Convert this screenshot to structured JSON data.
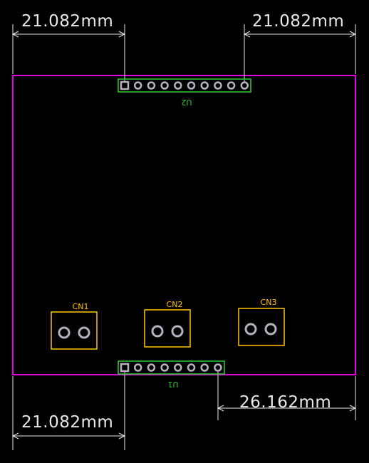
{
  "dimensions": {
    "top_left": "21.082mm",
    "top_right": "21.082mm",
    "bottom_left": "21.082mm",
    "bottom_right": "26.162mm"
  },
  "components": {
    "cn1": {
      "designator": "CN1",
      "pins": 2
    },
    "cn2": {
      "designator": "CN2",
      "pins": 2
    },
    "cn3": {
      "designator": "CN3",
      "pins": 2
    },
    "u2": {
      "designator": "U2",
      "pins": 10
    },
    "u1": {
      "designator": "U1",
      "pins": 8
    }
  },
  "colors": {
    "board_outline": "#e000e0",
    "silkscreen_connector": "#ffc400",
    "silkscreen_header": "#33cc33",
    "dimension": "#e8e8e8",
    "pad": "#b8b0c0",
    "background": "#000000"
  }
}
